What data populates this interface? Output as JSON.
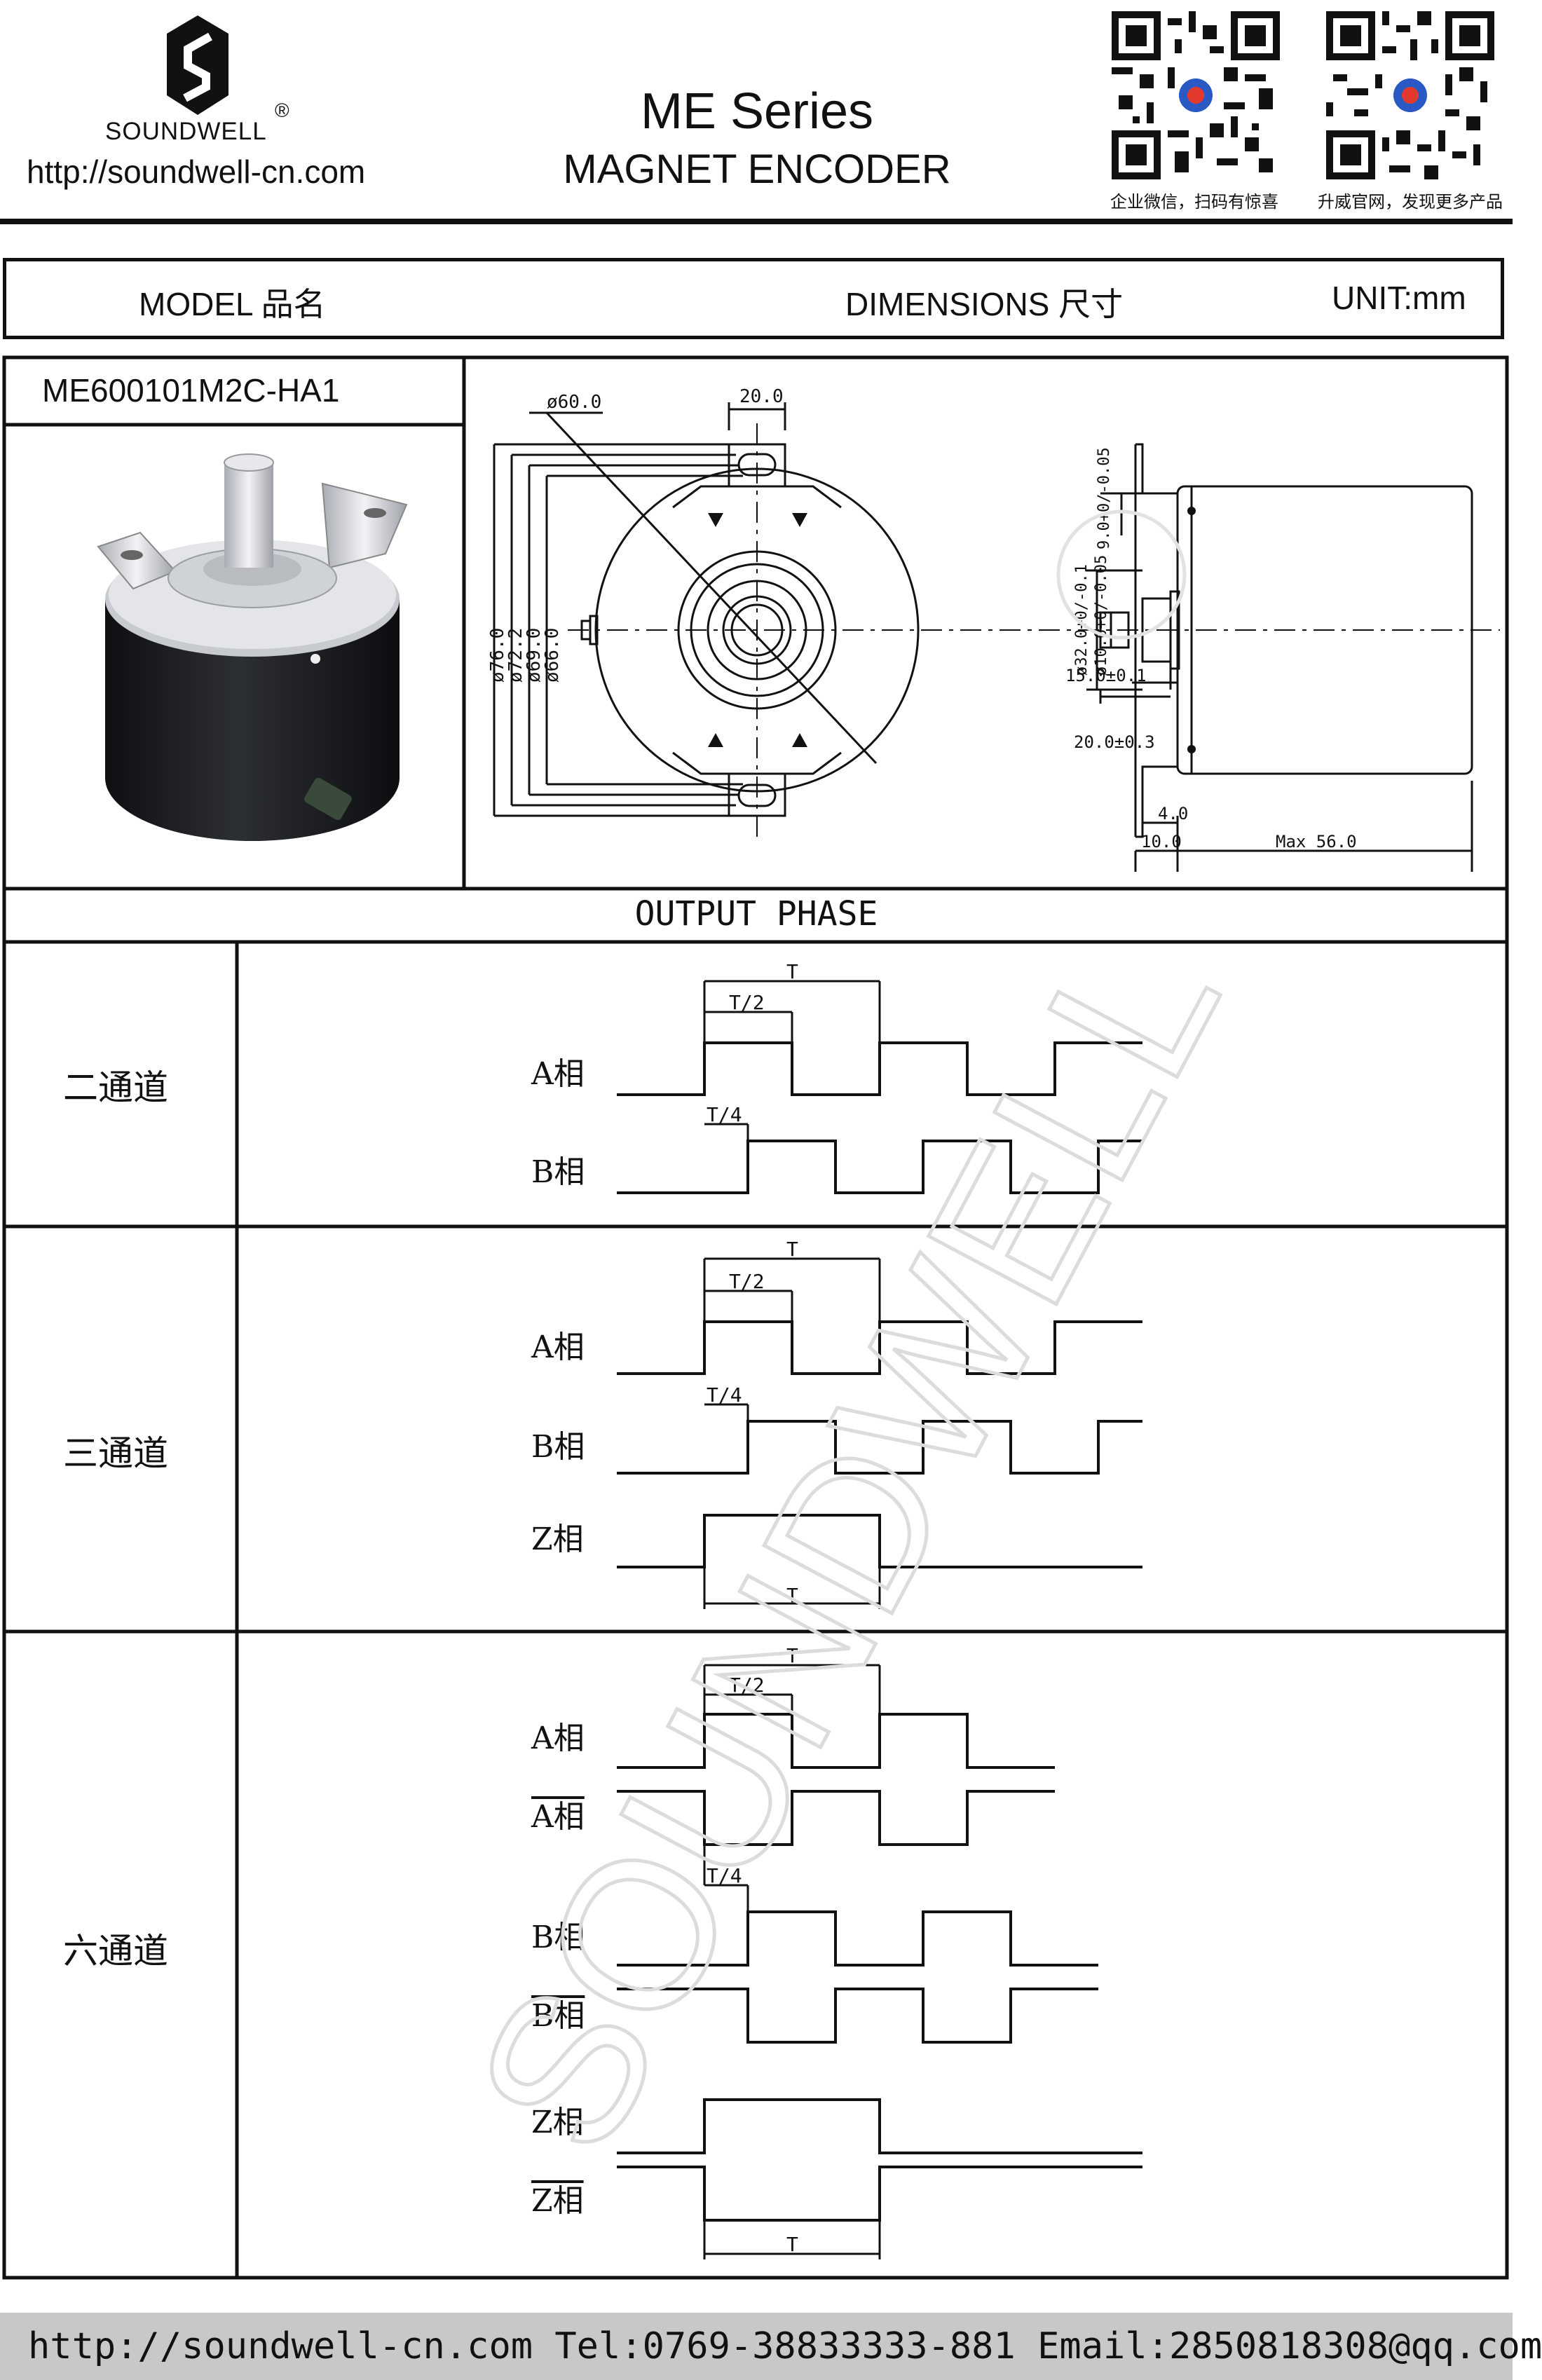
{
  "header": {
    "brand": "SOUNDWELL",
    "registered_mark": "®",
    "url": "http://soundwell-cn.com",
    "series": "ME  Series",
    "subtitle": "MAGNET ENCODER",
    "qr_captions": [
      "企业微信，扫码有惊喜",
      "升威官网，发现更多产品"
    ]
  },
  "table_header": {
    "model": "MODEL 品名",
    "dimensions": "DIMENSIONS 尺寸",
    "unit": "UNIT:mm"
  },
  "product": {
    "model_number": "ME600101M2C-HA1"
  },
  "drawing": {
    "front_labels": [
      "ø60.0",
      "20.0",
      "ø76.0",
      "ø72.2",
      "ø69.0",
      "ø66.0"
    ],
    "side_labels": [
      "9.0+0/-0.05",
      "ø32.0+0/-0.1",
      "ø10.0+0/-0.05",
      "15.0±0.1",
      "20.0±0.3",
      "4.0",
      "10.0",
      "Max 56.0"
    ]
  },
  "output_phase": {
    "title": "OUTPUT PHASE",
    "two_channel": "二通道",
    "three_channel": "三通道",
    "six_channel": "六通道",
    "timing_labels": {
      "T": "T",
      "T_half": "T/2",
      "T_quarter": "T/4"
    },
    "phases": {
      "A": "A相",
      "A_bar": "A相",
      "B": "B相",
      "B_bar": "B相",
      "Z": "Z相",
      "Z_bar": "Z相"
    }
  },
  "watermark": "SOUNDWELL",
  "footer": {
    "text": "http://soundwell-cn.com  Tel:0769-38833333-881  Email:2850818308@qq.com"
  },
  "colors": {
    "line": "#111111",
    "footer_bg": "#c8c8c8",
    "watermark": "#dcdcdc",
    "body_black": "#1b1d20",
    "metal": "#d9dbde"
  }
}
